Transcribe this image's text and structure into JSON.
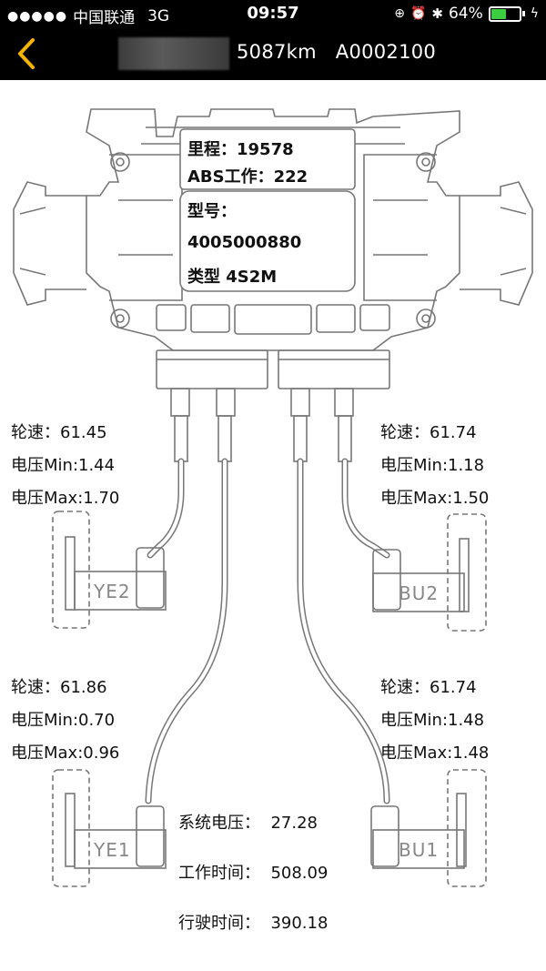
{
  "status_bar": {
    "carrier": "中国联通",
    "network": "3G",
    "time": "09:57",
    "battery_percent": "64%",
    "battery_level": 0.64,
    "signal_dots": "●●●●●"
  },
  "nav": {
    "title": "5087km   A0002100",
    "back_icon": "chevron-left-icon"
  },
  "ecu_info": {
    "mileage": "里程：19578",
    "abs_work": "ABS工作：222",
    "model_label": "型号：",
    "model_value": "4005000880",
    "type": "类型 4S2M"
  },
  "sensors": {
    "ye2": {
      "speed": "轮速：61.45",
      "vmin": "电压Min:1.44",
      "vmax": "电压Max:1.70",
      "label": "YE2"
    },
    "bu2": {
      "speed": "轮速：61.74",
      "vmin": "电压Min:1.18",
      "vmax": "电压Max:1.50",
      "label": "BU2"
    },
    "ye1": {
      "speed": "轮速：61.86",
      "vmin": "电压Min:0.70",
      "vmax": "电压Max:0.96",
      "label": "YE1"
    },
    "bu1": {
      "speed": "轮速：61.74",
      "vmin": "电压Min:1.48",
      "vmax": "电压Max:1.48",
      "label": "BU1"
    }
  },
  "system": {
    "voltage": "系统电压：  27.28",
    "work_time": "工作时间：  508.09",
    "drive_time": "行驶时间：  390.18"
  }
}
